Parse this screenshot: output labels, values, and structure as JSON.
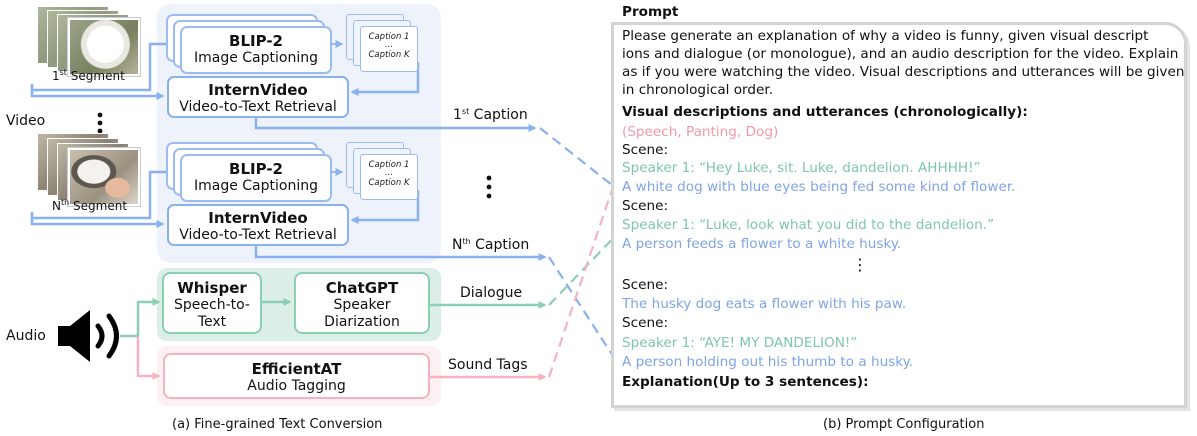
{
  "left_panel": {
    "video_label": "Video",
    "audio_label": "Audio",
    "segment_first_label": "1st Segment",
    "segment_last_label": "Nth Segment",
    "blip_title": "BLIP-2",
    "blip_subtitle": "Image Captioning",
    "caption_first": "Caption 1",
    "caption_ellipsis": "...",
    "caption_last": "Caption K",
    "internvideo_title": "InternVideo",
    "internvideo_subtitle": "Video-to-Text Retrieval",
    "whisper_title": "Whisper",
    "whisper_subtitle_1": "Speech-to-",
    "whisper_subtitle_2": "Text",
    "chatgpt_title": "ChatGPT",
    "chatgpt_subtitle_1": "Speaker",
    "chatgpt_subtitle_2": "Diarization",
    "efficientat_title": "EfficientAT",
    "efficientat_subtitle": "Audio Tagging",
    "output_first_caption": "1st Caption",
    "output_last_caption": "Nth Caption",
    "output_dialogue": "Dialogue",
    "output_sound_tags": "Sound Tags",
    "panel_caption": "(a)  Fine-grained Text Conversion"
  },
  "prompt": {
    "heading": "Prompt",
    "instruction_lines": [
      "Please generate an explanation of why a video is funny, given visual descript",
      "ions and dialogue (or monologue), and an audio description for the video. Explain",
      "as if you were watching the video. Visual descriptions and utterances will be given",
      "in chronological order."
    ],
    "section_heading": "Visual descriptions and utterances (chronologically):",
    "sound_tags_line": "(Speech, Panting, Dog)",
    "scene_label": "Scene:",
    "scene1_speech": "Speaker 1: “Hey Luke, sit. Luke, dandelion. AHHHH!”",
    "scene1_visual": "A white dog with blue eyes being fed some kind of flower.",
    "scene2_speech": "Speaker 1: “Luke, look what you did to the dandelion.”",
    "scene2_visual": "A person feeds a flower to a white husky.",
    "ellipsis": "⋮",
    "scene3_visual": "The husky dog eats a flower with his paw.",
    "scene4_speech": "Speaker 1: “AYE! MY DANDELION!”",
    "scene4_visual": "A person holding out his thumb to a husky.",
    "explanation_heading": "Explanation(Up to 3 sentences):",
    "panel_caption": "(b)  Prompt Configuration"
  },
  "colors": {
    "video_blue": "#8ab0ee",
    "audio_green": "#8ccfb5",
    "audio_pink": "#f5b3bd",
    "prompt_border": "#d3d3d3"
  }
}
